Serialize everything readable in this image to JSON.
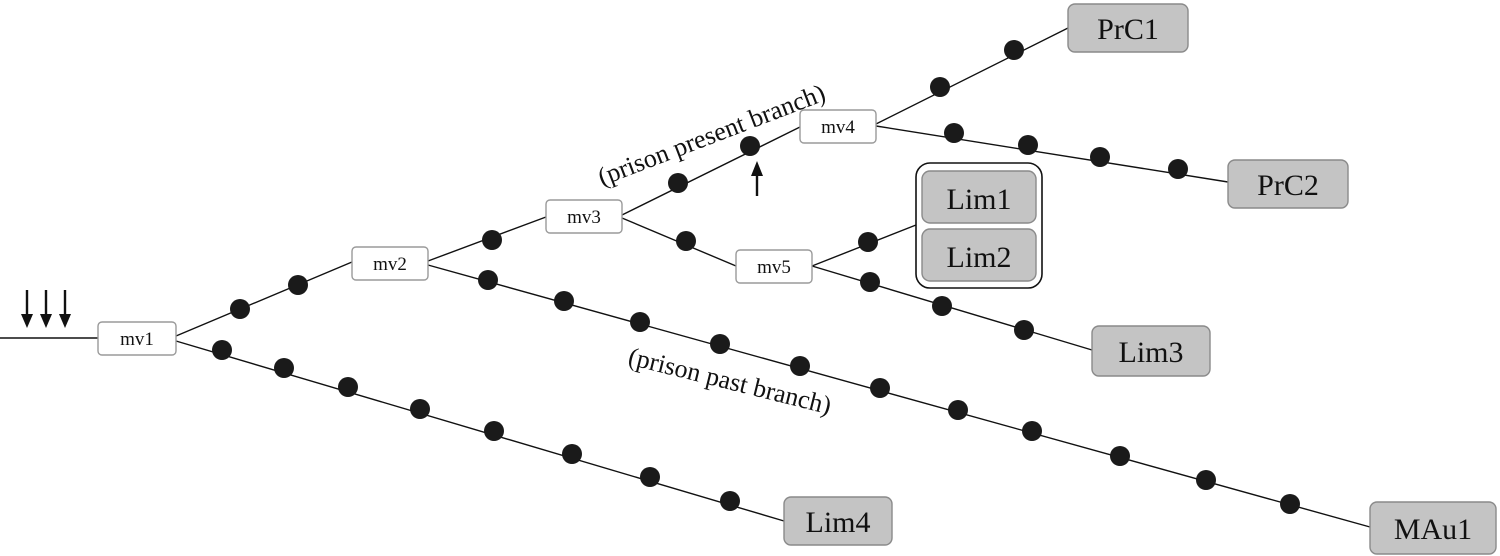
{
  "nodes": {
    "mv1": "mv1",
    "mv2": "mv2",
    "mv3": "mv3",
    "mv4": "mv4",
    "mv5": "mv5"
  },
  "leaves": {
    "prc1": "PrC1",
    "prc2": "PrC2",
    "lim1": "Lim1",
    "lim2": "Lim2",
    "lim3": "Lim3",
    "lim4": "Lim4",
    "mau1": "MAu1"
  },
  "labels": {
    "prison_present": "(prison present branch)",
    "prison_past": "(prison past branch)"
  },
  "colors": {
    "leaf_fill": "#c4c4c4",
    "dot": "#1a1a1a"
  }
}
